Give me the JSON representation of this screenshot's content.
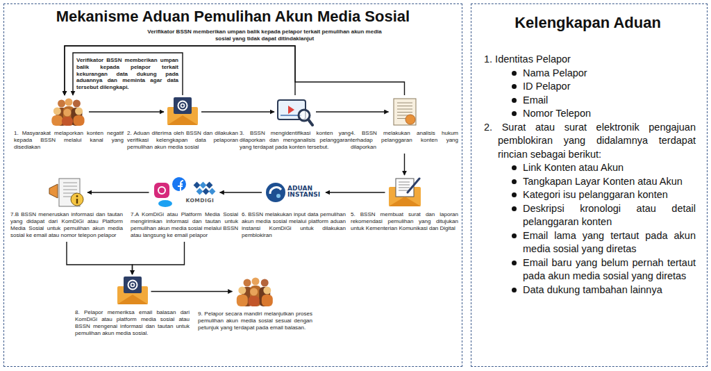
{
  "diagram": {
    "nodes": [
      {
        "text": [
          "Mekanisme Aduan Pemulihan Akun Media Sosial"
        ]
      },
      {
        "text": [
          "1. Masyarakat melaporkan konten negatif kepada BSSN melalui kanal yang disediakan"
        ],
        "in": 0
      },
      {
        "text": [
          "2. Aduan diterima oleh BSSN dan dilakukan verifikasi kelengkapan data pelaporan pemulihan akun media sosial"
        ],
        "in": 0
      },
      {
        "text": [
          "3. BSSN mengidentifikasi konten yang dilaporkan dan menganalisis pelanggaran yang terdapat pada konten tersebut."
        ],
        "in": 0
      },
      {
        "text": [
          "4. BSSN melakukan analisis hukum terhadap pelanggaran konten yang dilaporkan"
        ],
        "in": 0
      },
      {
        "text": [
          "5. BSSN membuat surat dan laporan rekomendasi pemulihan yang ditujukan untuk Kementerian Komunikasi dan Digital"
        ],
        "in": 0
      },
      {
        "text": [
          "ADUAN INSTANSI",
          "6. BSSN melakukan input data pemulihan akun media sosial melalui platform aduan instansi KomDiGi untuk dilakukan pemblokiran"
        ],
        "in": 0
      },
      {
        "text": [
          "KOMDIGI",
          "7.A KomDiGi atau Platform Media Sosial mengirimkan informasi dan tautan untuk pemulihan akun media sosial melalui BSSN atau langsung ke email pelapor"
        ],
        "in": 0
      },
      {
        "text": [
          "7.B BSSN meneruskan informasi dan tautan yang didapat dari KomDiGi atau Platform Media Sosial untuk pemulihan akun media sosial ke email atau nomor telepon pelapor"
        ],
        "in": 0
      },
      {
        "text": [
          "8. Pelapor memeriksa email balasan dari KomDiGi atau platform media sosial atau BSSN mengenai informasi dan tautan untuk pemulihan akun media sosial."
        ],
        "in": 0
      },
      {
        "text": [
          "9. Pelapor secara mandiri melanjutkan proses pemulihan akun media sosial sesuai dengan petunjuk yang terdapat pada email balasan."
        ],
        "in": 0
      },
      {
        "text": [
          "Kelengkapan Aduan",
          "1. Identitas Pelapor",
          "Nama Pelapor",
          "ID Pelapor",
          "Email",
          "Nomor Telepon",
          "2. Surat atau surat elektronik pengajuan pemblokiran yang didalamnya terdapat rincian sebagai berikut:",
          "Link Konten atau Akun",
          "Tangkapan Layar Konten atau Akun",
          "Kategori isu pelanggaran konten",
          "Deskripsi kronologi atau detail pelanggaran konten",
          "Email lama yang tertaut pada akun media sosial yang diretas",
          "Email baru yang belum pernah tertaut pada akun media sosial yang diretas",
          "Data dukung tambahan lainnya"
        ]
      }
    ],
    "edges": [
      {
        "from": 1,
        "to": 2,
        "arrow": "to"
      },
      {
        "from": 2,
        "to": 3,
        "arrow": "to"
      },
      {
        "from": 3,
        "to": 4,
        "arrow": "to"
      },
      {
        "from": 4,
        "to": 5,
        "arrow": "to"
      },
      {
        "from": 5,
        "to": 6,
        "arrow": "to"
      },
      {
        "from": 6,
        "to": 7,
        "arrow": "to"
      },
      {
        "from": 7,
        "to": 8,
        "arrow": "to"
      },
      {
        "from": 7,
        "to": 9,
        "arrow": "to"
      },
      {
        "from": 8,
        "to": 9,
        "arrow": "to"
      },
      {
        "from": 9,
        "to": 10,
        "arrow": "to"
      },
      {
        "from": 3,
        "to": 1,
        "label": "Verifikator BSSN memberikan umpan balik kepada pelapor terkait pemulihan akun media sosial yang tidak dapat ditindaklanjut",
        "arrow": "to"
      },
      {
        "from": 4,
        "to": 1,
        "arrow": "to"
      },
      {
        "from": 2,
        "to": 1,
        "label": "Verifikator BSSN memberikan umpan balik kepada pelapor terkait kekurangan data dukung pada aduannya dan meminta agar data tersebut dilengkapi.",
        "arrow": "to"
      }
    ]
  }
}
